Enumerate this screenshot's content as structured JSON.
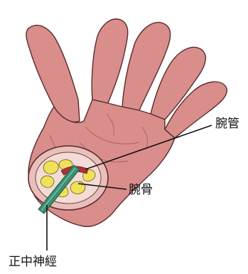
{
  "labels": {
    "carpal_tunnel": "腕管",
    "carpal_bones": "腕骨",
    "median_nerve": "正中神經"
  },
  "colors": {
    "skin": "#d98e8c",
    "skin_shadow": "#b9666a",
    "outline": "#5a2b2b",
    "bone_yellow": "#f0e15a",
    "nerve_teal": "#3d8f73",
    "tunnel_red": "#b0303a",
    "leader_line": "#111111"
  }
}
